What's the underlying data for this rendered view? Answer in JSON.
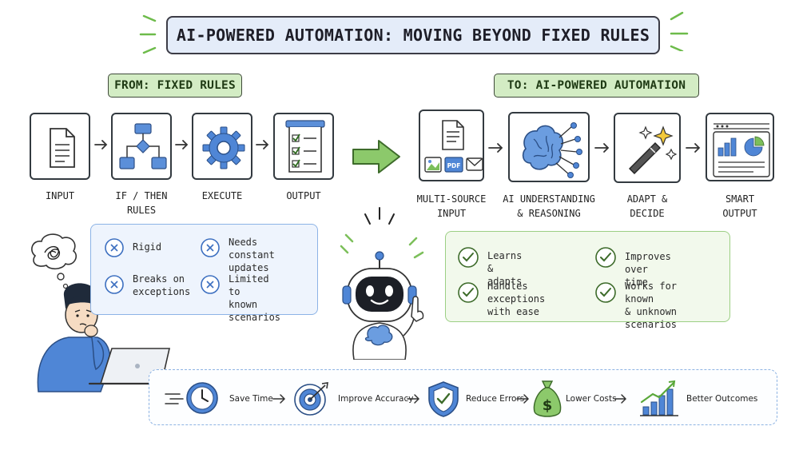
{
  "title": "AI-POWERED AUTOMATION: MOVING BEYOND FIXED RULES",
  "from_header": "FROM: FIXED RULES",
  "to_header": "TO: AI-POWERED AUTOMATION",
  "from_steps": [
    {
      "line1": "INPUT",
      "line2": "",
      "icon": "document-icon"
    },
    {
      "line1": "IF / THEN",
      "line2": "RULES",
      "icon": "flowchart-icon"
    },
    {
      "line1": "EXECUTE",
      "line2": "",
      "icon": "gear-icon"
    },
    {
      "line1": "OUTPUT",
      "line2": "",
      "icon": "checklist-icon"
    }
  ],
  "to_steps": [
    {
      "line1": "MULTI-SOURCE",
      "line2": "INPUT",
      "icon": "multi-source-icon",
      "badge": "PDF"
    },
    {
      "line1": "AI UNDERSTANDING",
      "line2": "& REASONING",
      "icon": "brain-network-icon"
    },
    {
      "line1": "ADAPT &",
      "line2": "DECIDE",
      "icon": "magic-wand-icon"
    },
    {
      "line1": "SMART",
      "line2": "OUTPUT",
      "icon": "dashboard-icon"
    }
  ],
  "limitations": [
    {
      "line1": "Rigid",
      "line2": ""
    },
    {
      "line1": "Needs constant",
      "line2": "updates"
    },
    {
      "line1": "Breaks on",
      "line2": "exceptions"
    },
    {
      "line1": "Limited to",
      "line2": "known scenarios"
    }
  ],
  "advantages": [
    {
      "line1": "Learns & adapts",
      "line2": ""
    },
    {
      "line1": "Improves over time",
      "line2": ""
    },
    {
      "line1": "Handles exceptions",
      "line2": "with ease"
    },
    {
      "line1": "Works for known",
      "line2": "& unknown scenarios"
    }
  ],
  "benefits": [
    {
      "label": "Save Time",
      "icon": "clock-icon"
    },
    {
      "label": "Improve Accuracy",
      "icon": "target-icon"
    },
    {
      "label": "Reduce Errors",
      "icon": "shield-check-icon"
    },
    {
      "label": "Lower Costs",
      "icon": "money-bag-icon"
    },
    {
      "label": "Better Outcomes",
      "icon": "growth-chart-icon"
    }
  ],
  "colors": {
    "title_bg": "#e4ecf9",
    "section_header_bg": "#d3ecc4",
    "accent_blue": "#5b8fd9",
    "accent_green": "#7cbf5a",
    "limitations_panel_bg": "#eef4fd",
    "advantages_panel_bg": "#f2f9ec"
  }
}
